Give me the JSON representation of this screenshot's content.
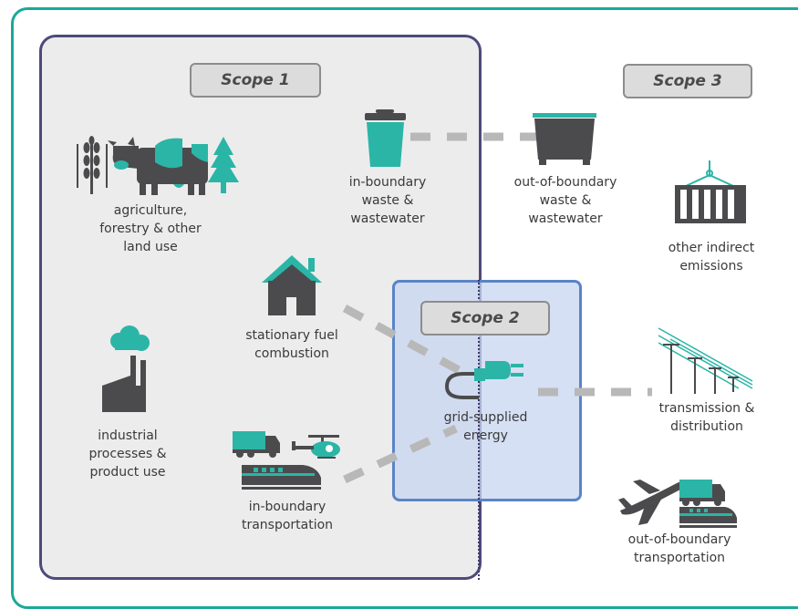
{
  "scopes": {
    "scope1": "Scope 1",
    "scope2": "Scope 2",
    "scope3": "Scope 3"
  },
  "labels": {
    "agriculture": "agriculture,\nforestry & other\nland use",
    "in_waste": "in-boundary\nwaste &\nwastewater",
    "out_waste": "out-of-boundary\nwaste &\nwastewater",
    "other_indirect": "other indirect\nemissions",
    "stationary": "stationary fuel\ncombustion",
    "industrial": "industrial\nprocesses &\nproduct use",
    "grid": "grid-supplied\nenergy",
    "transmission": "transmission &\ndistribution",
    "in_transport": "in-boundary\ntransportation",
    "out_transport": "out-of-boundary\ntransportation"
  },
  "colors": {
    "teal": "#2bb5a6",
    "dark": "#4b4b4d",
    "frame": "#1aa99a",
    "scope1_border": "#4d4a7a",
    "scope2_border": "#5a84c6",
    "dash": "#b8b8b8"
  },
  "icons": [
    "wheat-icon",
    "cow-icon",
    "tree-icon",
    "trash-bin-icon",
    "dumpster-icon",
    "cargo-container-icon",
    "house-icon",
    "factory-icon",
    "plug-icon",
    "power-lines-icon",
    "truck-icon",
    "helicopter-icon",
    "train-icon",
    "airplane-icon"
  ]
}
